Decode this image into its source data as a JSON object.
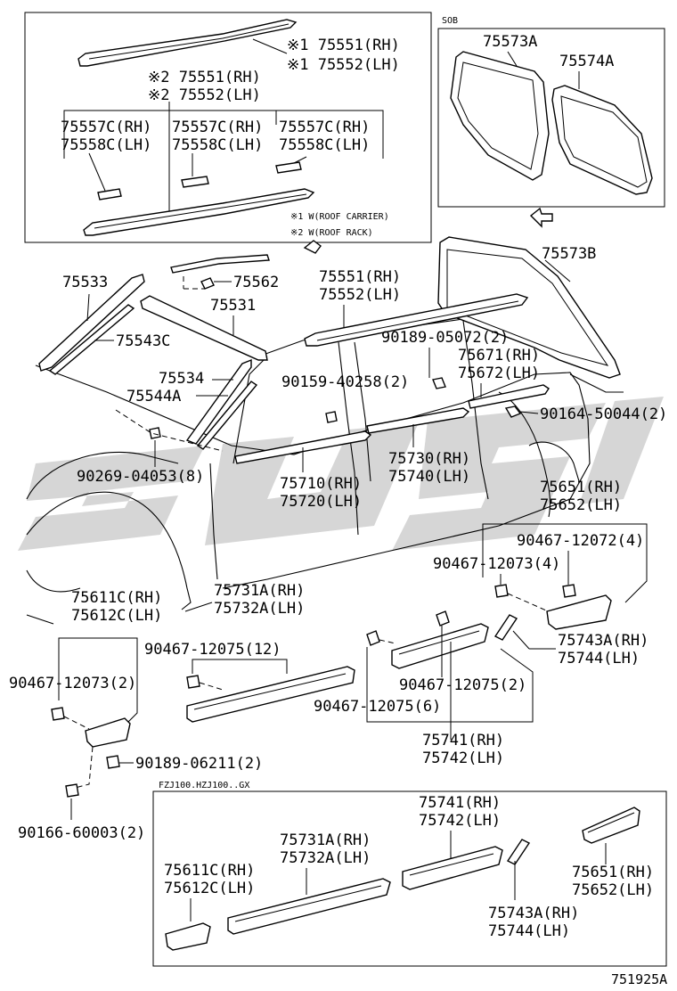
{
  "top_left_box": {
    "rail_top_rh": "※1 75551(RH)",
    "rail_top_lh": "※1 75552(LH)",
    "rail_mid_rh": "※2 75551(RH)",
    "rail_mid_lh": "※2 75552(LH)",
    "cover_a_rh": "75557C(RH)",
    "cover_a_lh": "75558C(LH)",
    "cover_b_rh": "75557C(RH)",
    "cover_b_lh": "75558C(LH)",
    "cover_c_rh": "75557C(RH)",
    "cover_c_lh": "75558C(LH)",
    "note1": "※1 W(ROOF CARRIER)",
    "note2": "※2 W(ROOF RACK)"
  },
  "top_right_box": {
    "tag": "SOB",
    "part_a": "75573A",
    "part_b": "75574A"
  },
  "main": {
    "p75573B": "75573B",
    "p75533": "75533",
    "p75562": "75562",
    "p75531": "75531",
    "p75543C": "75543C",
    "p75534": "75534",
    "p75544A": "75544A",
    "p75551": "75551(RH)",
    "p75552": "75552(LH)",
    "p90189a": "90189-05072(2)",
    "p75671": "75671(RH)",
    "p75672": "75672(LH)",
    "p90159": "90159-40258(2)",
    "p90164": "90164-50044(2)",
    "p90269": "90269-04053(8)",
    "p75710": "75710(RH)",
    "p75720": "75720(LH)",
    "p75730": "75730(RH)",
    "p75740": "75740(LH)",
    "p75651": "75651(RH)",
    "p75652": "75652(LH)",
    "p90467_12072": "90467-12072(4)",
    "p90467_12073a": "90467-12073(4)",
    "p75611C": "75611C(RH)",
    "p75612C": "75612C(LH)",
    "p75731A": "75731A(RH)",
    "p75732A": "75732A(LH)",
    "p90467_12075a": "90467-12075(12)",
    "p90467_12073b": "90467-12073(2)",
    "p75743A": "75743A(RH)",
    "p75744": "75744(LH)",
    "p90467_12075b": "90467-12075(2)",
    "p90467_12075c": "90467-12075(6)",
    "p75741": "75741(RH)",
    "p75742": "75742(LH)",
    "p90189b": "90189-06211(2)",
    "p90166": "90166-60003(2)"
  },
  "bottom_box": {
    "tag": "FZJ100.HZJ100..GX",
    "p75741": "75741(RH)",
    "p75742": "75742(LH)",
    "p75731A": "75731A(RH)",
    "p75732A": "75732A(LH)",
    "p75611C": "75611C(RH)",
    "p75612C": "75612C(LH)",
    "p75651": "75651(RH)",
    "p75652": "75652(LH)",
    "p75743A": "75743A(RH)",
    "p75744": "75744(LH)"
  },
  "figure_id": "751925A"
}
